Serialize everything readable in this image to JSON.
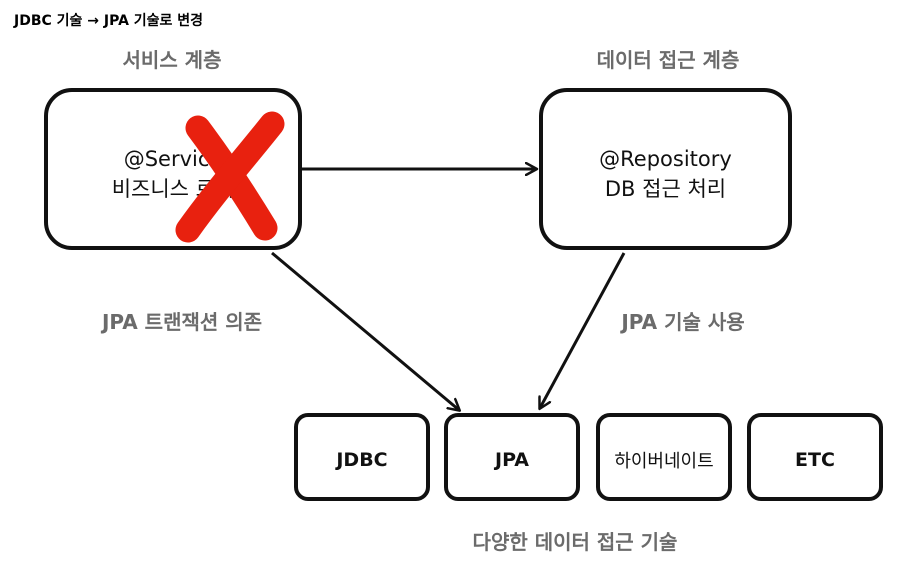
{
  "heading": "JDBC 기술 → JPA 기술로 변경",
  "labels": {
    "service_layer": "서비스 계층",
    "data_access_layer": "데이터 접근 계층",
    "jpa_tx_dependency": "JPA 트랜잭션 의존",
    "jpa_tech_use": "JPA 기술 사용",
    "various_tech": "다양한 데이터 접근 기술"
  },
  "service_box": {
    "line1": "@Service",
    "line2": "비즈니스 로직",
    "mark": "red-x-icon",
    "mark_color": "#e8210f"
  },
  "repository_box": {
    "line1": "@Repository",
    "line2": "DB 접근 처리"
  },
  "tech_boxes": [
    {
      "label": "JDBC"
    },
    {
      "label": "JPA"
    },
    {
      "label": "하이버네이트"
    },
    {
      "label": "ETC"
    }
  ],
  "colors": {
    "stroke": "#111111",
    "label_gray": "#6b6b6b",
    "x_red": "#e8210f"
  }
}
